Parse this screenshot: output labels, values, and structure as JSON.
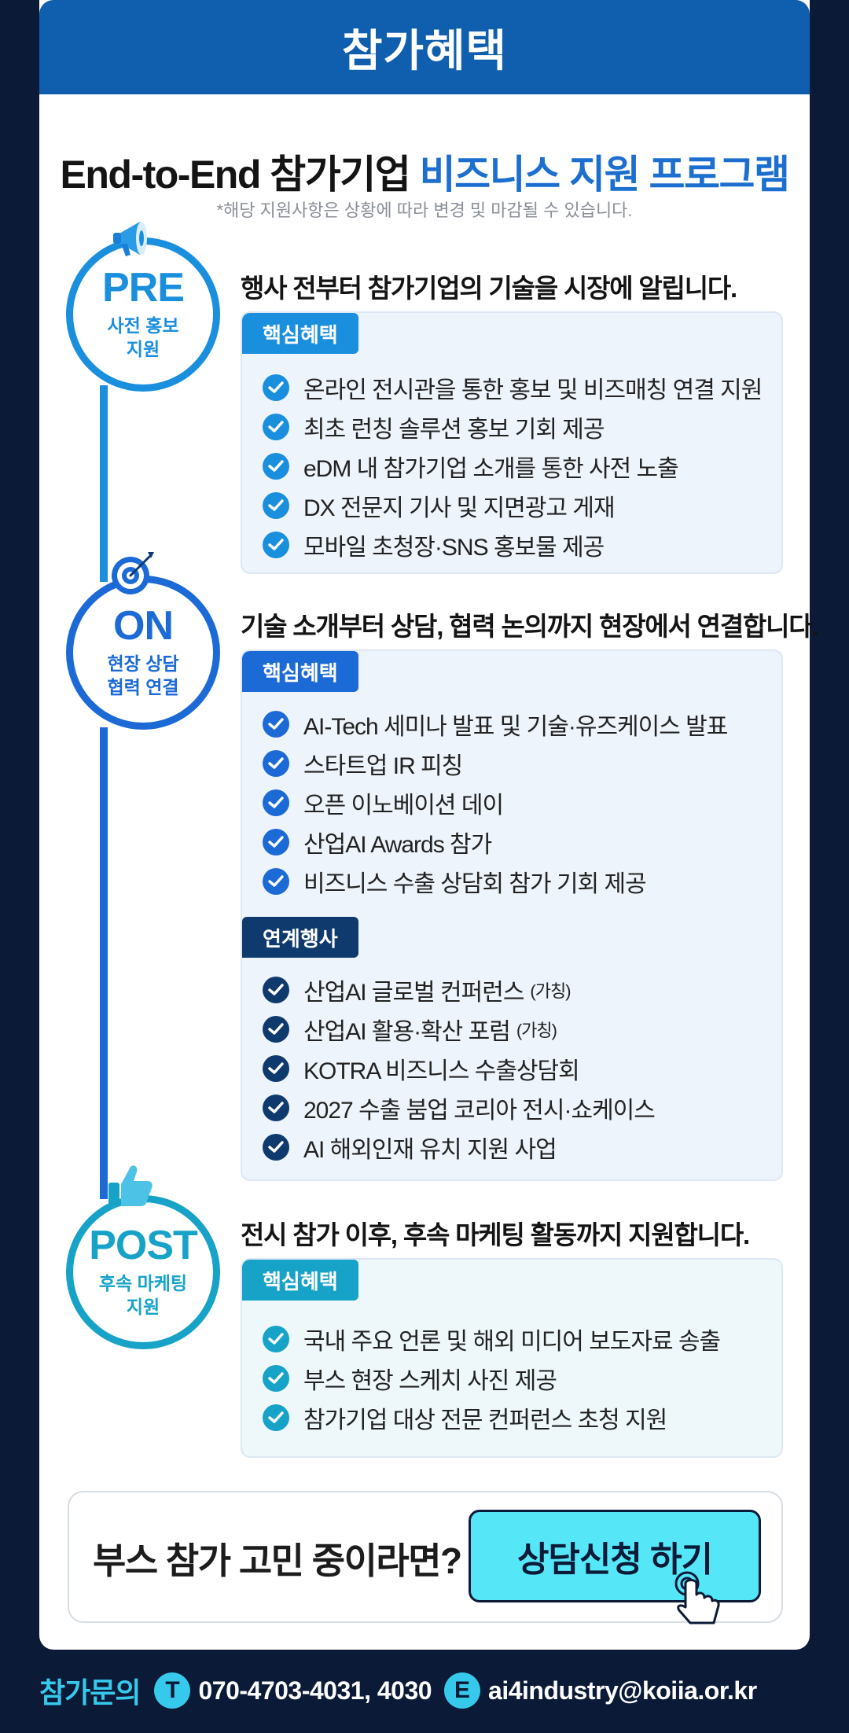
{
  "header": {
    "title": "참가혜택"
  },
  "headline": {
    "prefix": "End-to-End 참가기업 ",
    "highlight": "비즈니스 지원 프로그램"
  },
  "subnote": "*해당 지원사항은 상황에 따라 변경 및 마감될 수 있습니다.",
  "colors": {
    "pre": "#1a8fde",
    "on": "#1c6ad6",
    "post": "#17a2c7",
    "navy": "#0e3a6e",
    "line": "#1a7fd8"
  },
  "stages": [
    {
      "code": "PRE",
      "sub1": "사전 홍보",
      "sub2": "지원",
      "title": "행사 전부터 참가기업의 기술을 시장에 알립니다.",
      "tag": "핵심혜택",
      "items": [
        "온라인 전시관을 통한 홍보 및 비즈매칭 연결 지원",
        "최초 런칭 솔루션 홍보 기회 제공",
        "eDM 내 참가기업 소개를 통한 사전 노출",
        "DX 전문지 기사 및 지면광고 게재",
        "모바일 초청장·SNS 홍보물 제공"
      ]
    },
    {
      "code": "ON",
      "sub1": "현장 상담",
      "sub2": "협력 연결",
      "title": "기술 소개부터 상담, 협력 논의까지 현장에서 연결합니다.",
      "tag": "핵심혜택",
      "items": [
        "AI-Tech 세미나 발표 및 기술·유즈케이스 발표",
        "스타트업 IR 피칭",
        "오픈 이노베이션 데이",
        "산업AI Awards 참가",
        "비즈니스 수출 상담회 참가 기회 제공"
      ],
      "tag2": "연계행사",
      "items2": [
        {
          "text": "산업AI 글로벌 컨퍼런스",
          "note": "(가칭)"
        },
        {
          "text": "산업AI 활용·확산 포럼",
          "note": "(가칭)"
        },
        {
          "text": "KOTRA 비즈니스 수출상담회",
          "note": ""
        },
        {
          "text": "2027 수출 붐업 코리아 전시·쇼케이스",
          "note": ""
        },
        {
          "text": "AI 해외인재 유치 지원 사업",
          "note": ""
        }
      ]
    },
    {
      "code": "POST",
      "sub1": "후속 마케팅",
      "sub2": "지원",
      "title": "전시 참가 이후, 후속 마케팅 활동까지 지원합니다.",
      "tag": "핵심혜택",
      "items": [
        "국내 주요 언론 및 해외 미디어 보도자료 송출",
        "부스 현장 스케치 사진 제공",
        "참가기업 대상 전문 컨퍼런스 초청 지원"
      ]
    }
  ],
  "cta": {
    "text": "부스 참가 고민 중이라면?",
    "button": "상담신청 하기"
  },
  "footer": {
    "label": "참가문의",
    "tel_badge": "T",
    "tel": "070-4703-4031, 4030",
    "email_badge": "E",
    "email": "ai4industry@koiia.or.kr"
  }
}
